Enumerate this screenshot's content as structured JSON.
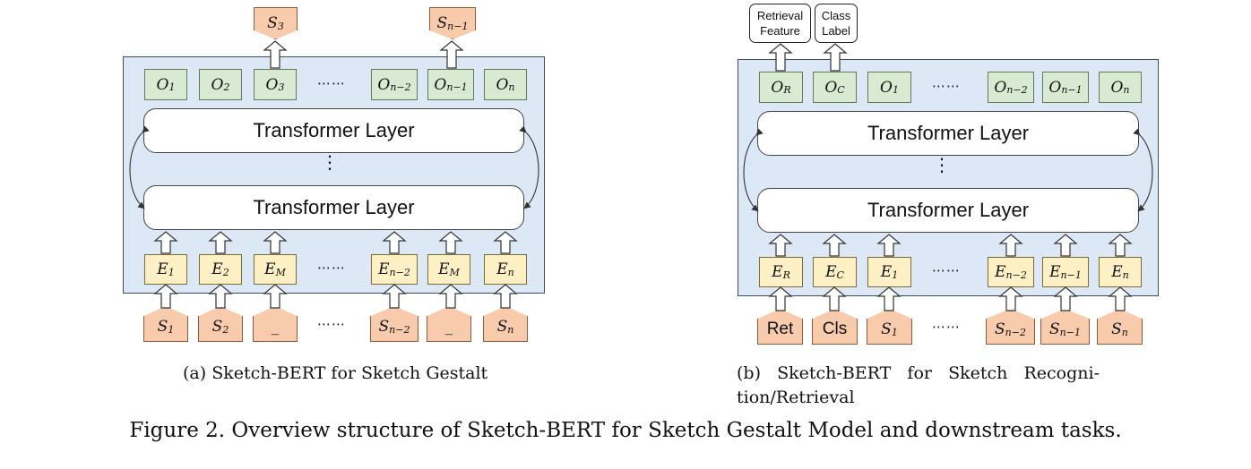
{
  "colors": {
    "panel": "#dce8f5",
    "output_box": "#d9ead3",
    "embedding_box": "#fdf0c4",
    "input_box": "#f8cbad"
  },
  "panel_a": {
    "top_outputs": [
      {
        "base": "S",
        "sub": "3"
      },
      {
        "base": "S",
        "sub": "n−1"
      }
    ],
    "outputs": [
      {
        "base": "O",
        "sub": "1"
      },
      {
        "base": "O",
        "sub": "2"
      },
      {
        "base": "O",
        "sub": "3"
      },
      {
        "base": "O",
        "sub": "n−2"
      },
      {
        "base": "O",
        "sub": "n−1"
      },
      {
        "base": "O",
        "sub": "n"
      }
    ],
    "transformer_top": "Transformer Layer",
    "transformer_bottom": "Transformer Layer",
    "vertical_ellipsis": "⋮",
    "embeddings": [
      {
        "base": "E",
        "sub": "1"
      },
      {
        "base": "E",
        "sub": "2"
      },
      {
        "base": "E",
        "sub": "M"
      },
      {
        "base": "E",
        "sub": "n−2"
      },
      {
        "base": "E",
        "sub": "M"
      },
      {
        "base": "E",
        "sub": "n"
      }
    ],
    "inputs": [
      {
        "base": "S",
        "sub": "1"
      },
      {
        "base": "S",
        "sub": "2"
      },
      {
        "base": "_",
        "sub": ""
      },
      {
        "base": "S",
        "sub": "n−2"
      },
      {
        "base": "_",
        "sub": ""
      },
      {
        "base": "S",
        "sub": "n"
      }
    ],
    "ellipsis": "⋯⋯",
    "caption": "(a) Sketch-BERT for Sketch Gestalt"
  },
  "panel_b": {
    "top_labels": [
      {
        "line1": "Retrieval",
        "line2": "Feature"
      },
      {
        "line1": "Class",
        "line2": "Label"
      }
    ],
    "outputs": [
      {
        "base": "O",
        "sub": "R"
      },
      {
        "base": "O",
        "sub": "C"
      },
      {
        "base": "O",
        "sub": "1"
      },
      {
        "base": "O",
        "sub": "n−2"
      },
      {
        "base": "O",
        "sub": "n−1"
      },
      {
        "base": "O",
        "sub": "n"
      }
    ],
    "transformer_top": "Transformer Layer",
    "transformer_bottom": "Transformer Layer",
    "vertical_ellipsis": "⋮",
    "embeddings": [
      {
        "base": "E",
        "sub": "R"
      },
      {
        "base": "E",
        "sub": "C"
      },
      {
        "base": "E",
        "sub": "1"
      },
      {
        "base": "E",
        "sub": "n−2"
      },
      {
        "base": "E",
        "sub": "n−1"
      },
      {
        "base": "E",
        "sub": "n"
      }
    ],
    "inputs": [
      {
        "base": "Ret",
        "sub": "",
        "plain": true
      },
      {
        "base": "Cls",
        "sub": "",
        "plain": true
      },
      {
        "base": "S",
        "sub": "1"
      },
      {
        "base": "S",
        "sub": "n−2"
      },
      {
        "base": "S",
        "sub": "n−1"
      },
      {
        "base": "S",
        "sub": "n"
      }
    ],
    "ellipsis": "⋯⋯",
    "caption_line1": "(b)   Sketch-BERT   for   Sketch   Recogni-",
    "caption_line2": "tion/Retrieval"
  },
  "figure_caption": "Figure 2. Overview structure of Sketch-BERT for Sketch Gestalt Model and downstream tasks."
}
